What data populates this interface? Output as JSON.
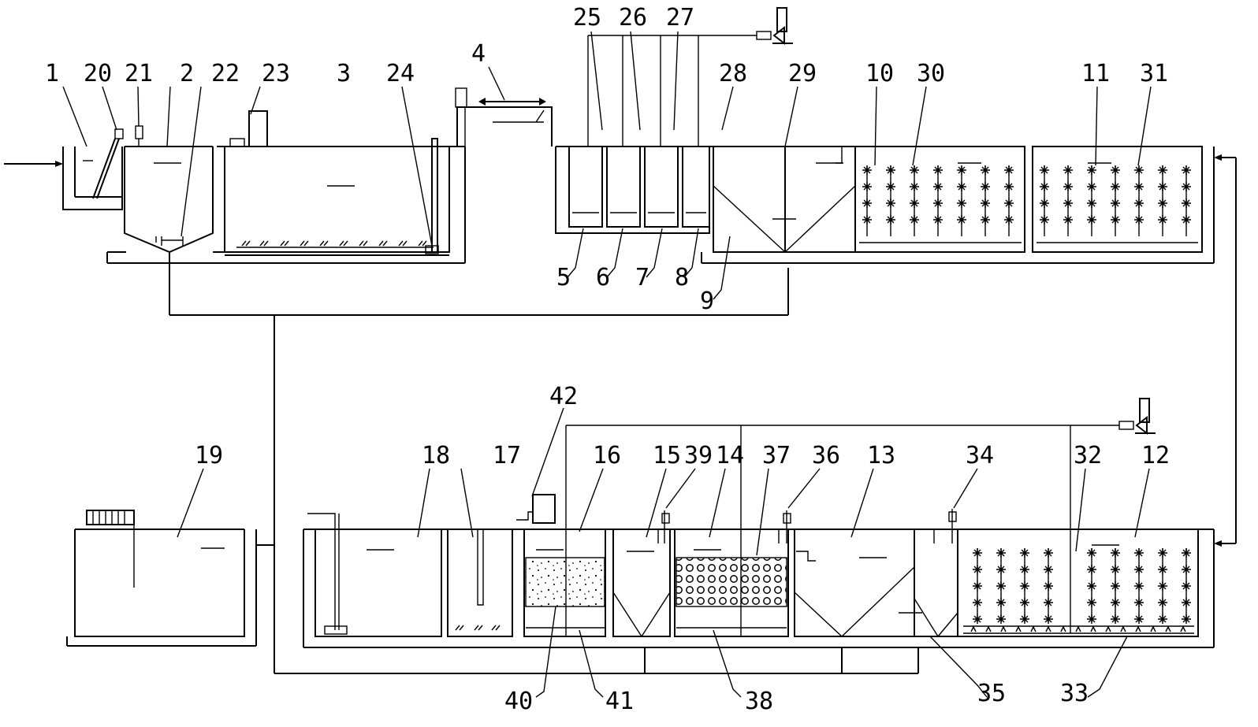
{
  "labels": [
    {
      "id": "1",
      "text": "1"
    },
    {
      "id": "2",
      "text": "2"
    },
    {
      "id": "3",
      "text": "3"
    },
    {
      "id": "4",
      "text": "4"
    },
    {
      "id": "5",
      "text": "5"
    },
    {
      "id": "6",
      "text": "6"
    },
    {
      "id": "7",
      "text": "7"
    },
    {
      "id": "8",
      "text": "8"
    },
    {
      "id": "9",
      "text": "9"
    },
    {
      "id": "10",
      "text": "10"
    },
    {
      "id": "11",
      "text": "11"
    },
    {
      "id": "12",
      "text": "12"
    },
    {
      "id": "13",
      "text": "13"
    },
    {
      "id": "14",
      "text": "14"
    },
    {
      "id": "15",
      "text": "15"
    },
    {
      "id": "16",
      "text": "16"
    },
    {
      "id": "17",
      "text": "17"
    },
    {
      "id": "18",
      "text": "18"
    },
    {
      "id": "19",
      "text": "19"
    },
    {
      "id": "20",
      "text": "20"
    },
    {
      "id": "21",
      "text": "21"
    },
    {
      "id": "22",
      "text": "22"
    },
    {
      "id": "23",
      "text": "23"
    },
    {
      "id": "24",
      "text": "24"
    },
    {
      "id": "25",
      "text": "25"
    },
    {
      "id": "26",
      "text": "26"
    },
    {
      "id": "27",
      "text": "27"
    },
    {
      "id": "28",
      "text": "28"
    },
    {
      "id": "29",
      "text": "29"
    },
    {
      "id": "30",
      "text": "30"
    },
    {
      "id": "31",
      "text": "31"
    },
    {
      "id": "32",
      "text": "32"
    },
    {
      "id": "33",
      "text": "33"
    },
    {
      "id": "34",
      "text": "34"
    },
    {
      "id": "35",
      "text": "35"
    },
    {
      "id": "36",
      "text": "36"
    },
    {
      "id": "37",
      "text": "37"
    },
    {
      "id": "38",
      "text": "38"
    },
    {
      "id": "39",
      "text": "39"
    },
    {
      "id": "40",
      "text": "40"
    },
    {
      "id": "41",
      "text": "41"
    },
    {
      "id": "42",
      "text": "42"
    }
  ],
  "colors": {
    "line": "#000000",
    "background": "#ffffff"
  }
}
